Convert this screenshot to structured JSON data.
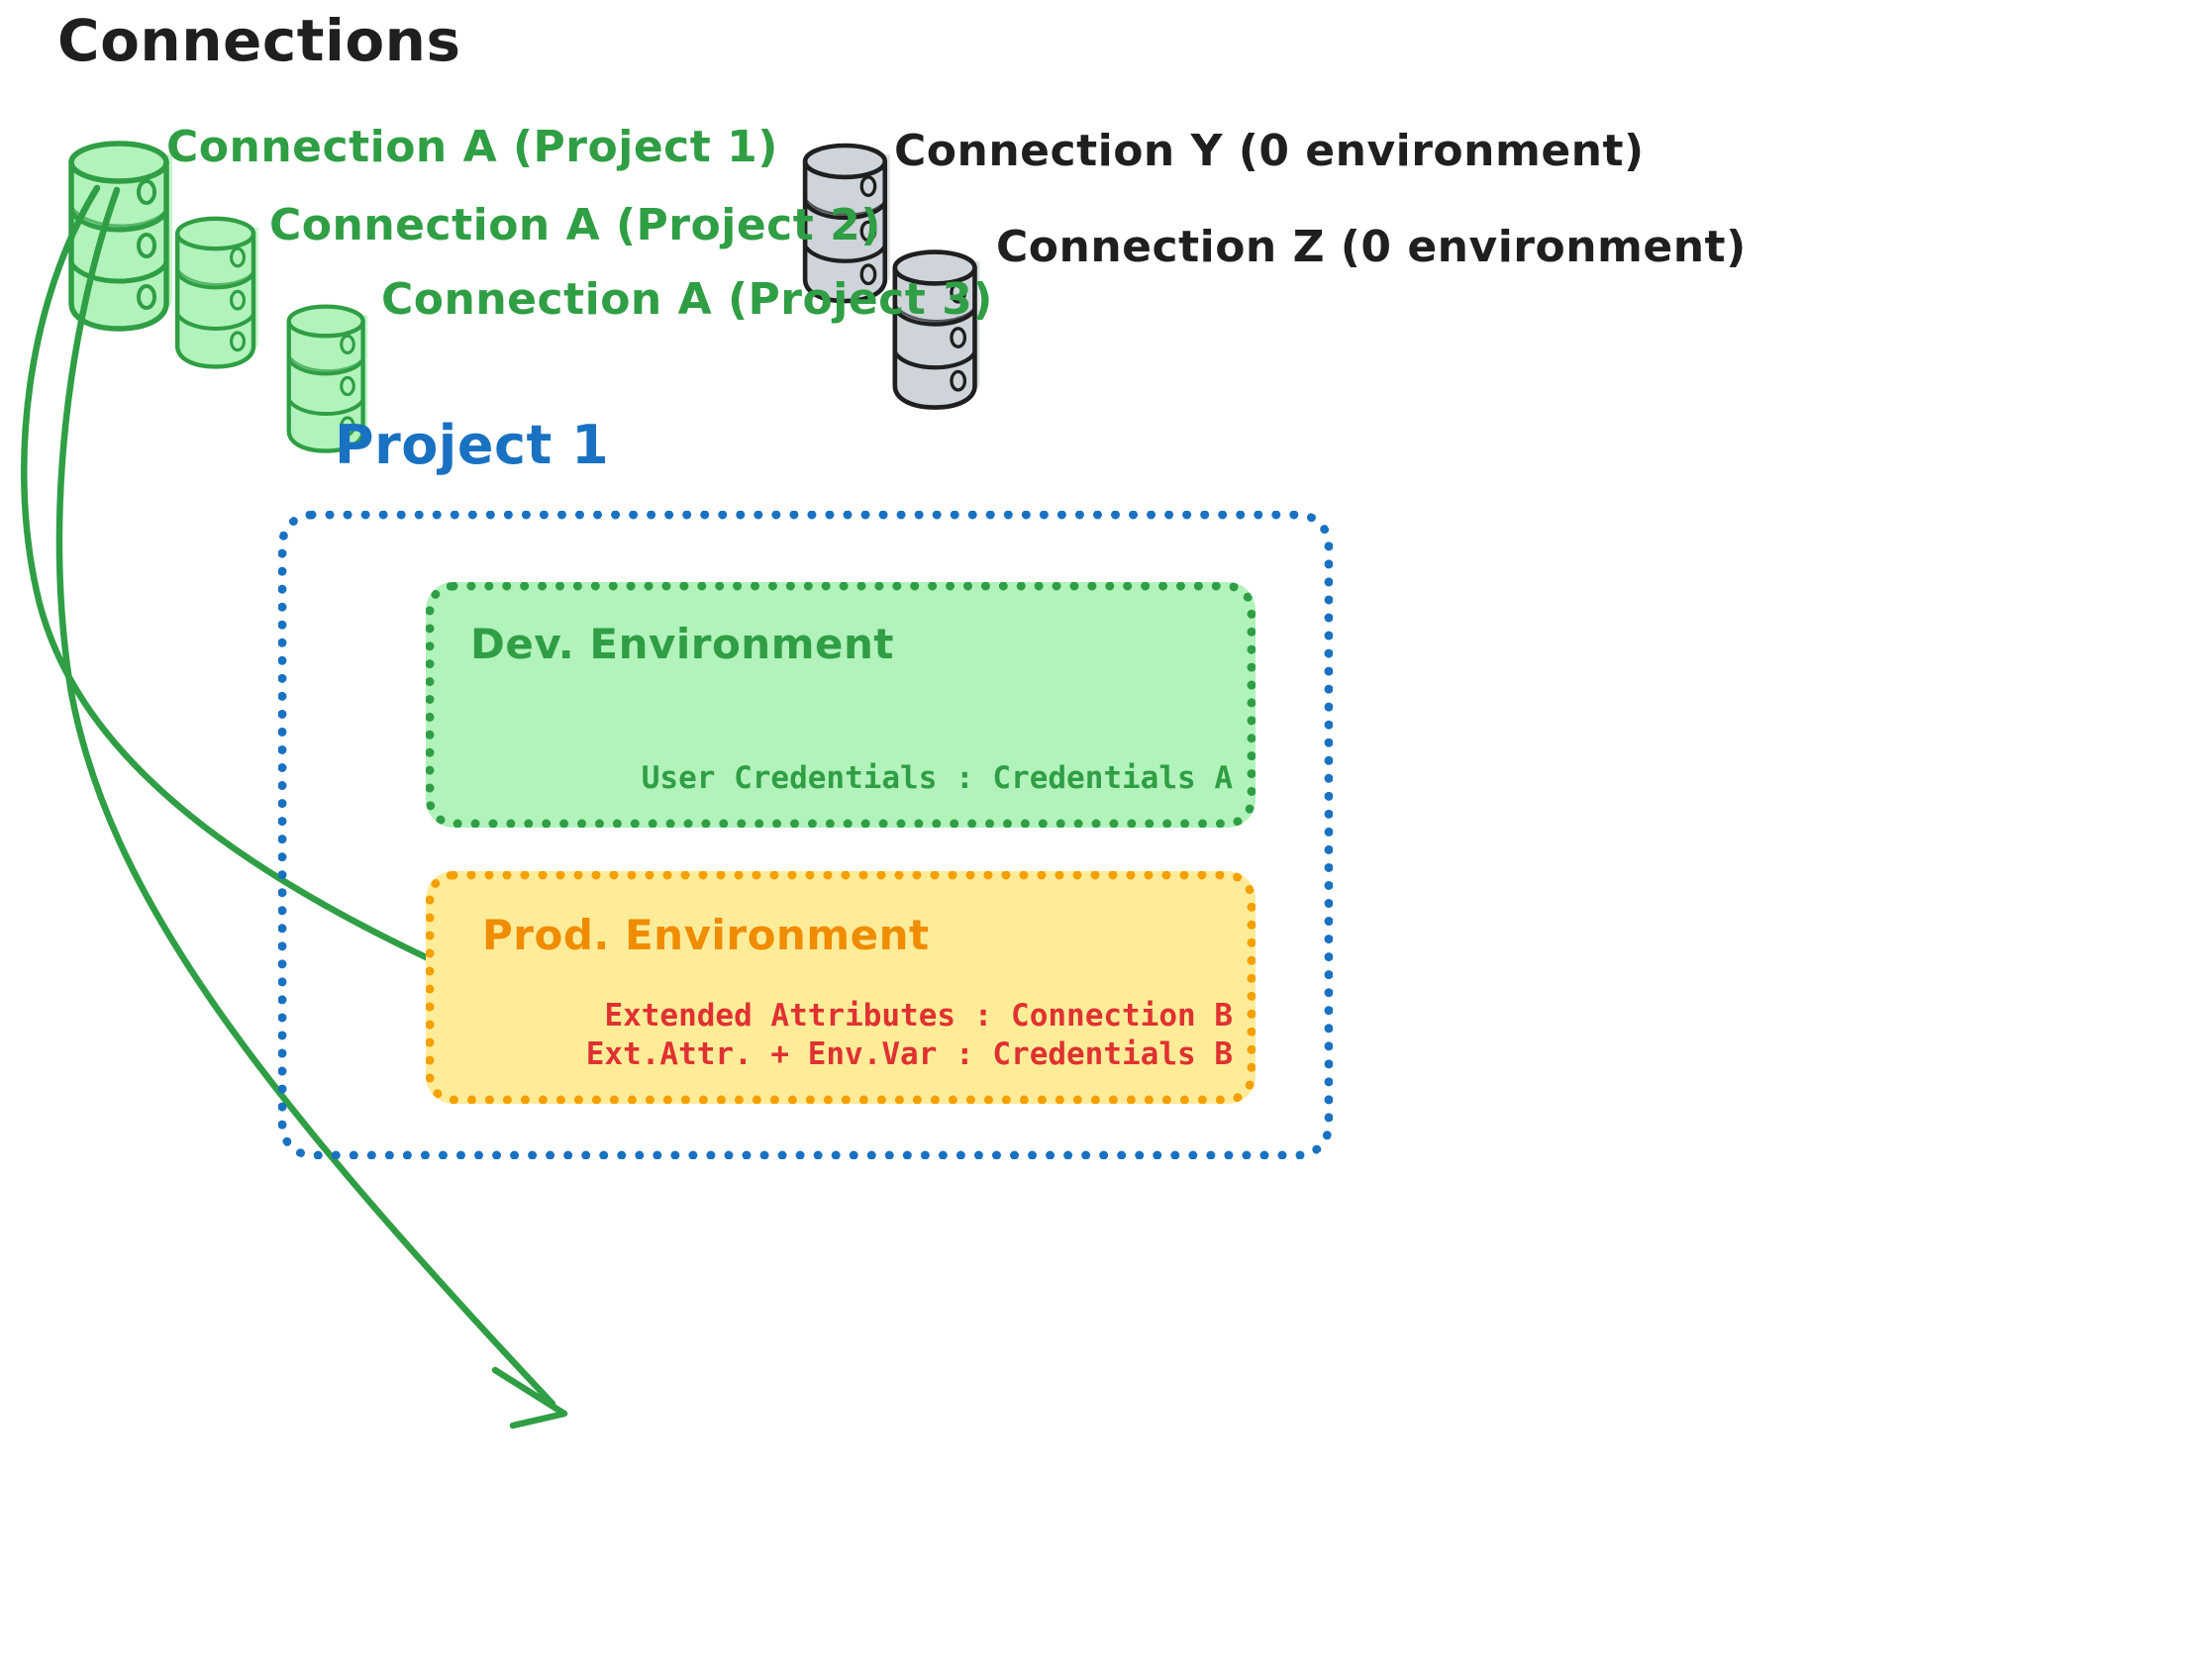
{
  "diagram": {
    "title": "Connections",
    "type": "architecture-diagram"
  },
  "colors": {
    "green_stroke": "#2f9e44",
    "green_fill": "#b2f2bb",
    "gray_stroke": "#1f1f1f",
    "gray_fill": "#ced4da",
    "blue": "#1971c2",
    "orange": "#f59f00",
    "orange_text": "#f08c00",
    "red": "#e03131",
    "black": "#1f1f1f"
  },
  "connections": {
    "green": [
      {
        "icon": "database-icon",
        "label": "Connection A (Project 1)"
      },
      {
        "icon": "database-icon",
        "label": "Connection A (Project 2)"
      },
      {
        "icon": "database-icon",
        "label": "Connection A (Project 3)"
      }
    ],
    "gray": [
      {
        "icon": "database-icon",
        "label": "Connection Y (0 environment)"
      },
      {
        "icon": "database-icon",
        "label": "Connection Z (0 environment)"
      }
    ]
  },
  "project": {
    "title": "Project 1",
    "environments": [
      {
        "name": "dev",
        "title": "Dev. Environment",
        "rows": [
          "User Credentials : Credentials A"
        ]
      },
      {
        "name": "prod",
        "title": "Prod. Environment",
        "rows": [
          "Extended Attributes : Connection B",
          "Ext.Attr. + Env.Var : Credentials B"
        ]
      }
    ]
  },
  "arrows": [
    {
      "from": "Connection A (Project 1)",
      "to": "Dev. Environment"
    },
    {
      "from": "Connection A (Project 1)",
      "to": "Prod. Environment"
    }
  ]
}
